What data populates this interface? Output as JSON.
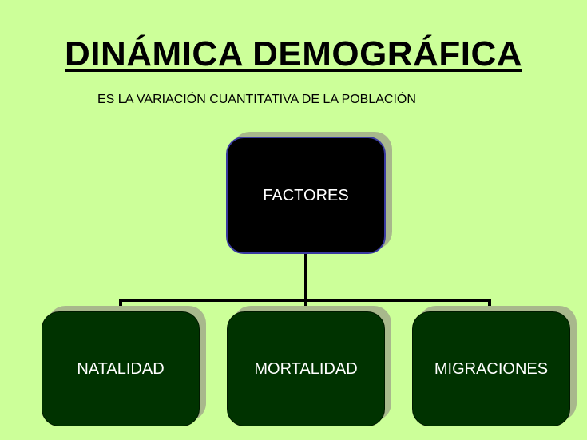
{
  "title": "DINÁMICA DEMOGRÁFICA",
  "subtitle": "ES LA VARIACIÓN CUANTITATIVA DE LA POBLACIÓN",
  "diagram": {
    "root": "FACTORES",
    "children": [
      "NATALIDAD",
      "MORTALIDAD",
      "MIGRACIONES"
    ]
  },
  "colors": {
    "background": "#ccff99",
    "root_fill": "#000000",
    "root_border": "#3a3aa0",
    "child_fill": "#003300",
    "shadow": "#a8b88c",
    "connector": "#000000",
    "node_text": "#ffffff"
  }
}
